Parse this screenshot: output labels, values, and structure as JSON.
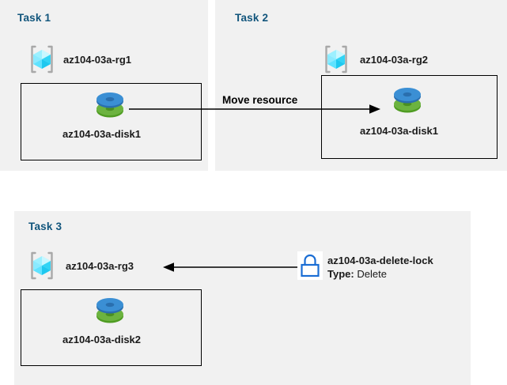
{
  "diagram": {
    "title_color": "#11557c",
    "panel_bg": "#f1f1f1",
    "panels": [
      {
        "id": "task1",
        "title": "Task 1",
        "resource_group": {
          "icon": "resource-group-icon",
          "label": "az104-03a-rg1"
        },
        "resource": {
          "icon": "disk-icon",
          "label": "az104-03a-disk1"
        }
      },
      {
        "id": "task2",
        "title": "Task 2",
        "resource_group": {
          "icon": "resource-group-icon",
          "label": "az104-03a-rg2"
        },
        "resource": {
          "icon": "disk-icon",
          "label": "az104-03a-disk1"
        }
      },
      {
        "id": "task3",
        "title": "Task 3",
        "resource_group": {
          "icon": "resource-group-icon",
          "label": "az104-03a-rg3"
        },
        "resource": {
          "icon": "disk-icon",
          "label": "az104-03a-disk2"
        },
        "lock": {
          "icon": "lock-icon",
          "label": "az104-03a-delete-lock",
          "type_key": "Type:",
          "type_value": "Delete"
        }
      }
    ],
    "connectors": [
      {
        "id": "move-resource",
        "label": "Move resource",
        "direction": "right"
      },
      {
        "id": "lock-applies-to-rg3",
        "label": "",
        "direction": "left"
      }
    ],
    "colors": {
      "title": "#11557c",
      "panel": "#f1f1f1",
      "box_border": "#000000",
      "disk_top": "#3b8fd4",
      "disk_bottom": "#6cb33f",
      "cube": "#50e6ff",
      "bracket": "#a8a8a8",
      "lock": "#1a6dd4"
    }
  }
}
